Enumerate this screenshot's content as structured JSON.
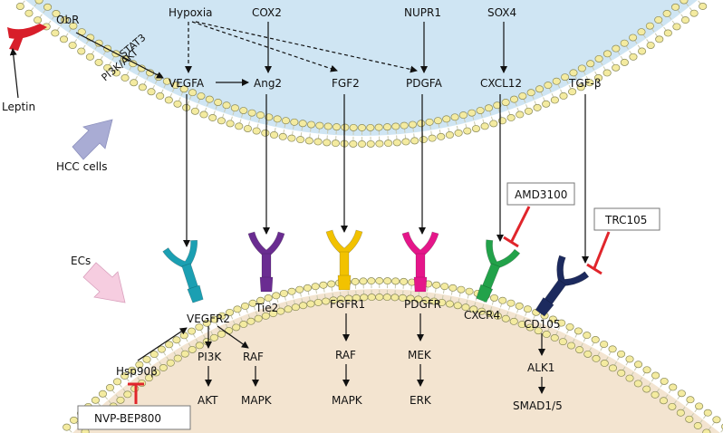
{
  "colors": {
    "hcc_fill": "#cfe5f3",
    "ec_fill": "#f3e4d0",
    "lipid_head": "#f4eba0",
    "lipid_stroke": "#8a8a5a",
    "vegfr2": "#1b9fb2",
    "tie2": "#6a2c91",
    "fgfr1": "#f2c200",
    "pdgfr": "#e5168a",
    "cxcr4": "#22a24a",
    "cd105": "#1c2a5e",
    "obr": "#d81e2a",
    "inhibitor": "#e0252b",
    "hcc_arrow": "#a9acd4",
    "ec_arrow": "#f6cde0"
  },
  "hcc": {
    "label": "HCC cells",
    "upstream": {
      "obr": "ObR",
      "leptin": "Leptin",
      "stat3": "STAT3",
      "pi3k_akt": "PI3K/AKT",
      "hypoxia": "Hypoxia",
      "cox2": "COX2",
      "nupr1": "NUPR1",
      "sox4": "SOX4"
    },
    "ligands": {
      "vegfa": "VEGFA",
      "ang2": "Ang2",
      "fgf2": "FGF2",
      "pdgfa": "PDGFA",
      "cxcl12": "CXCL12",
      "tgfb": "TGF-β"
    }
  },
  "ec": {
    "label": "ECs",
    "receptors": {
      "vegfr2": "VEGFR2",
      "tie2": "Tie2",
      "fgfr1": "FGFR1",
      "pdgfr": "PDGFR",
      "cxcr4": "CXCR4",
      "cd105": "CD105"
    },
    "downstream": {
      "hsp90b": "Hsp90β",
      "vegfr2_pi3k": "PI3K",
      "vegfr2_akt": "AKT",
      "vegfr2_raf": "RAF",
      "vegfr2_mapk": "MAPK",
      "fgfr1_raf": "RAF",
      "fgfr1_mapk": "MAPK",
      "pdgfr_mek": "MEK",
      "pdgfr_erk": "ERK",
      "cd105_alk1": "ALK1",
      "cd105_smad": "SMAD1/5"
    }
  },
  "inhibitors": {
    "amd3100": "AMD3100",
    "trc105": "TRC105",
    "nvp": "NVP-BEP800"
  }
}
